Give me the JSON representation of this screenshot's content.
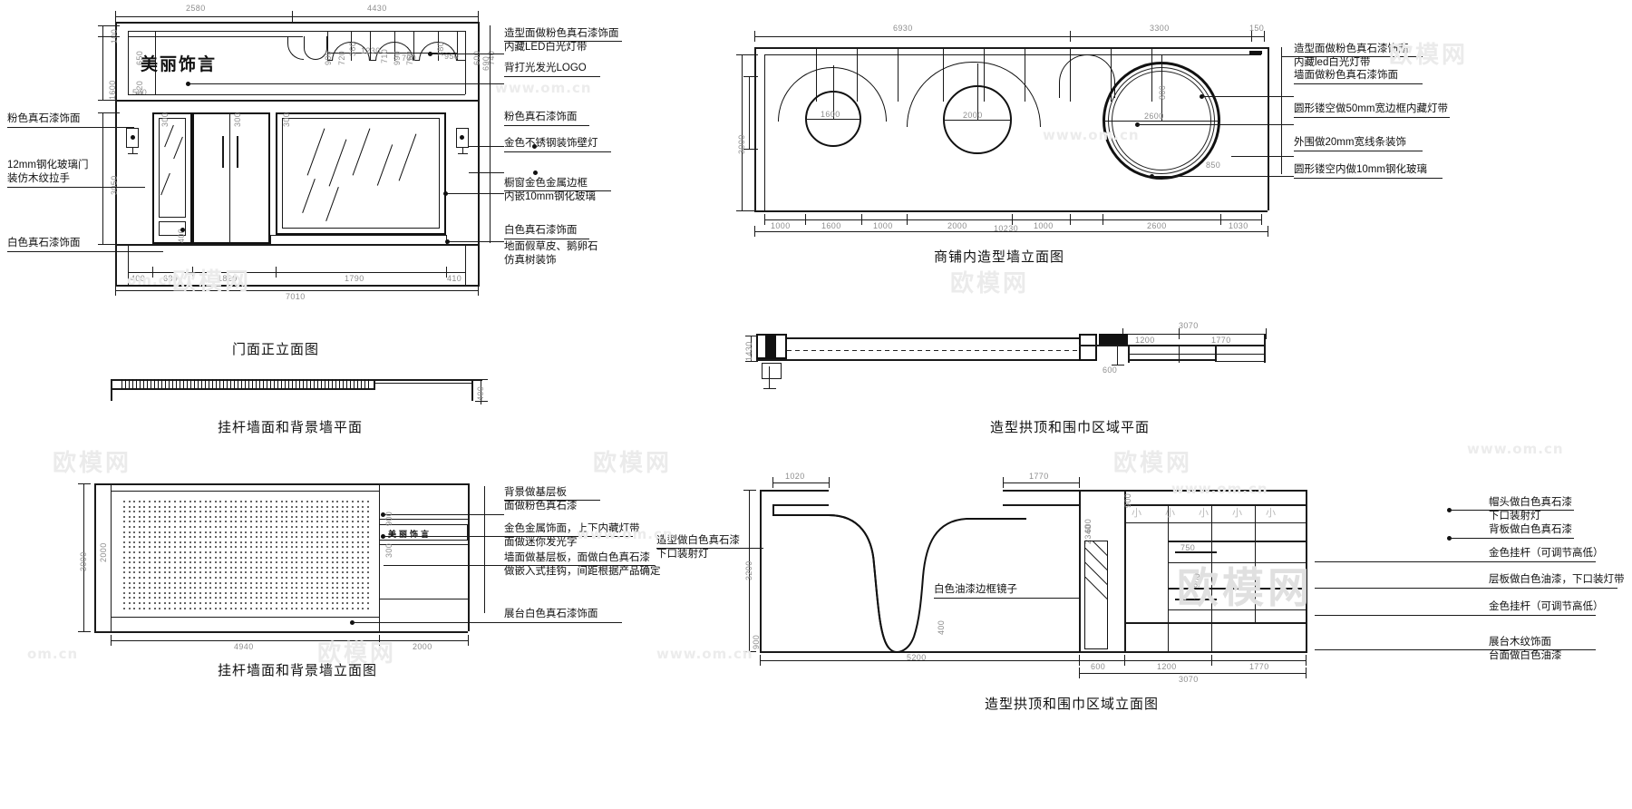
{
  "sheet": {
    "brand_logo": "美丽饰言",
    "watermark_url": "www.om.cn",
    "watermark_url_full": "www.om.cn",
    "watermark_cn": "欧模网",
    "watermark_site": "om.cn"
  },
  "drawings": [
    {
      "id": "storefront-elevation",
      "title": "门面正立面图",
      "notes_left": [
        "粉色真石漆饰面",
        "12mm钢化玻璃门\n装仿木纹拉手",
        "白色真石漆饰面"
      ],
      "notes_right": [
        "造型面做粉色真石漆饰面\n内藏LED白光灯带",
        "背打光发光LOGO",
        "粉色真石漆饰面",
        "金色不锈钢装饰壁灯",
        "橱窗金色金属边框\n内嵌10mm钢化玻璃",
        "白色真石漆饰面",
        "地面假草皮、鹅卵石\n仿真树装饰"
      ],
      "dims_top": [
        "2580",
        "4430"
      ],
      "dims_inner": [
        "650",
        "520",
        "500",
        "900",
        "720",
        "360",
        "710",
        "990",
        "760",
        "380",
        "1230",
        "790",
        "950",
        "740",
        "600",
        "690",
        "100",
        "1600",
        "300",
        "3050",
        "400"
      ],
      "dims_bottom": [
        "400",
        "680",
        "1820",
        "1790",
        "410",
        "7010"
      ]
    },
    {
      "id": "shop-feature-wall-elevation",
      "title": "商铺内造型墙立面图",
      "notes_right": [
        "造型面做粉色真石漆饰面\n内藏led白光灯带",
        "墙面做粉色真石漆饰面",
        "圆形镂空做50mm宽边框内藏灯带",
        "外围做20mm宽线条装饰",
        "圆形镂空内做10mm钢化玻璃"
      ],
      "dims_top": [
        "6930",
        "3300",
        "150"
      ],
      "dims_inner": [
        "1600",
        "2000",
        "2600",
        "3000",
        "800",
        "850"
      ],
      "dims_bottom": [
        "1000",
        "1600",
        "1000",
        "2000",
        "1000",
        "2600",
        "1030",
        "10230"
      ]
    },
    {
      "id": "hanging-rod-wall-plan",
      "title": "挂杆墙面和背景墙平面"
    },
    {
      "id": "arch-ceiling-scarf-plan",
      "title": "造型拱顶和围巾区域平面",
      "dims": [
        "1200",
        "1770",
        "3070",
        "1430",
        "600"
      ]
    },
    {
      "id": "hanging-rod-wall-elevation",
      "title": "挂杆墙面和背景墙立面图",
      "sign_text": "美丽饰言",
      "notes_right": [
        "背景做基层板\n面做粉色真石漆",
        "金色金属饰面，上下内藏灯带\n面做迷你发光字",
        "墙面做基层板，面做白色真石漆\n做嵌入式挂钩，间距根据产品确定",
        "展台白色真石漆饰面"
      ],
      "dims_inner": [
        "900",
        "300",
        "2000",
        "3000"
      ],
      "dims_bottom": [
        "4940",
        "2000"
      ]
    },
    {
      "id": "arch-ceiling-scarf-elevation",
      "title": "造型拱顶和围巾区域立面图",
      "notes_left": [
        "造型做白色真石漆\n下口装射灯",
        "白色油漆边框镜子"
      ],
      "notes_right": [
        "帽头做白色真石漆\n下口装射灯",
        "背板做白色真石漆",
        "金色挂杆（可调节高低）",
        "层板做白色油漆，下口装灯带",
        "金色挂杆（可调节高低）",
        "展台木纹饰面\n台面做白色油漆"
      ],
      "dims_inner": [
        "1020",
        "1770",
        "2340",
        "3200",
        "600",
        "750",
        "900",
        "400",
        "1200",
        "1770",
        "3070",
        "5200"
      ]
    }
  ]
}
